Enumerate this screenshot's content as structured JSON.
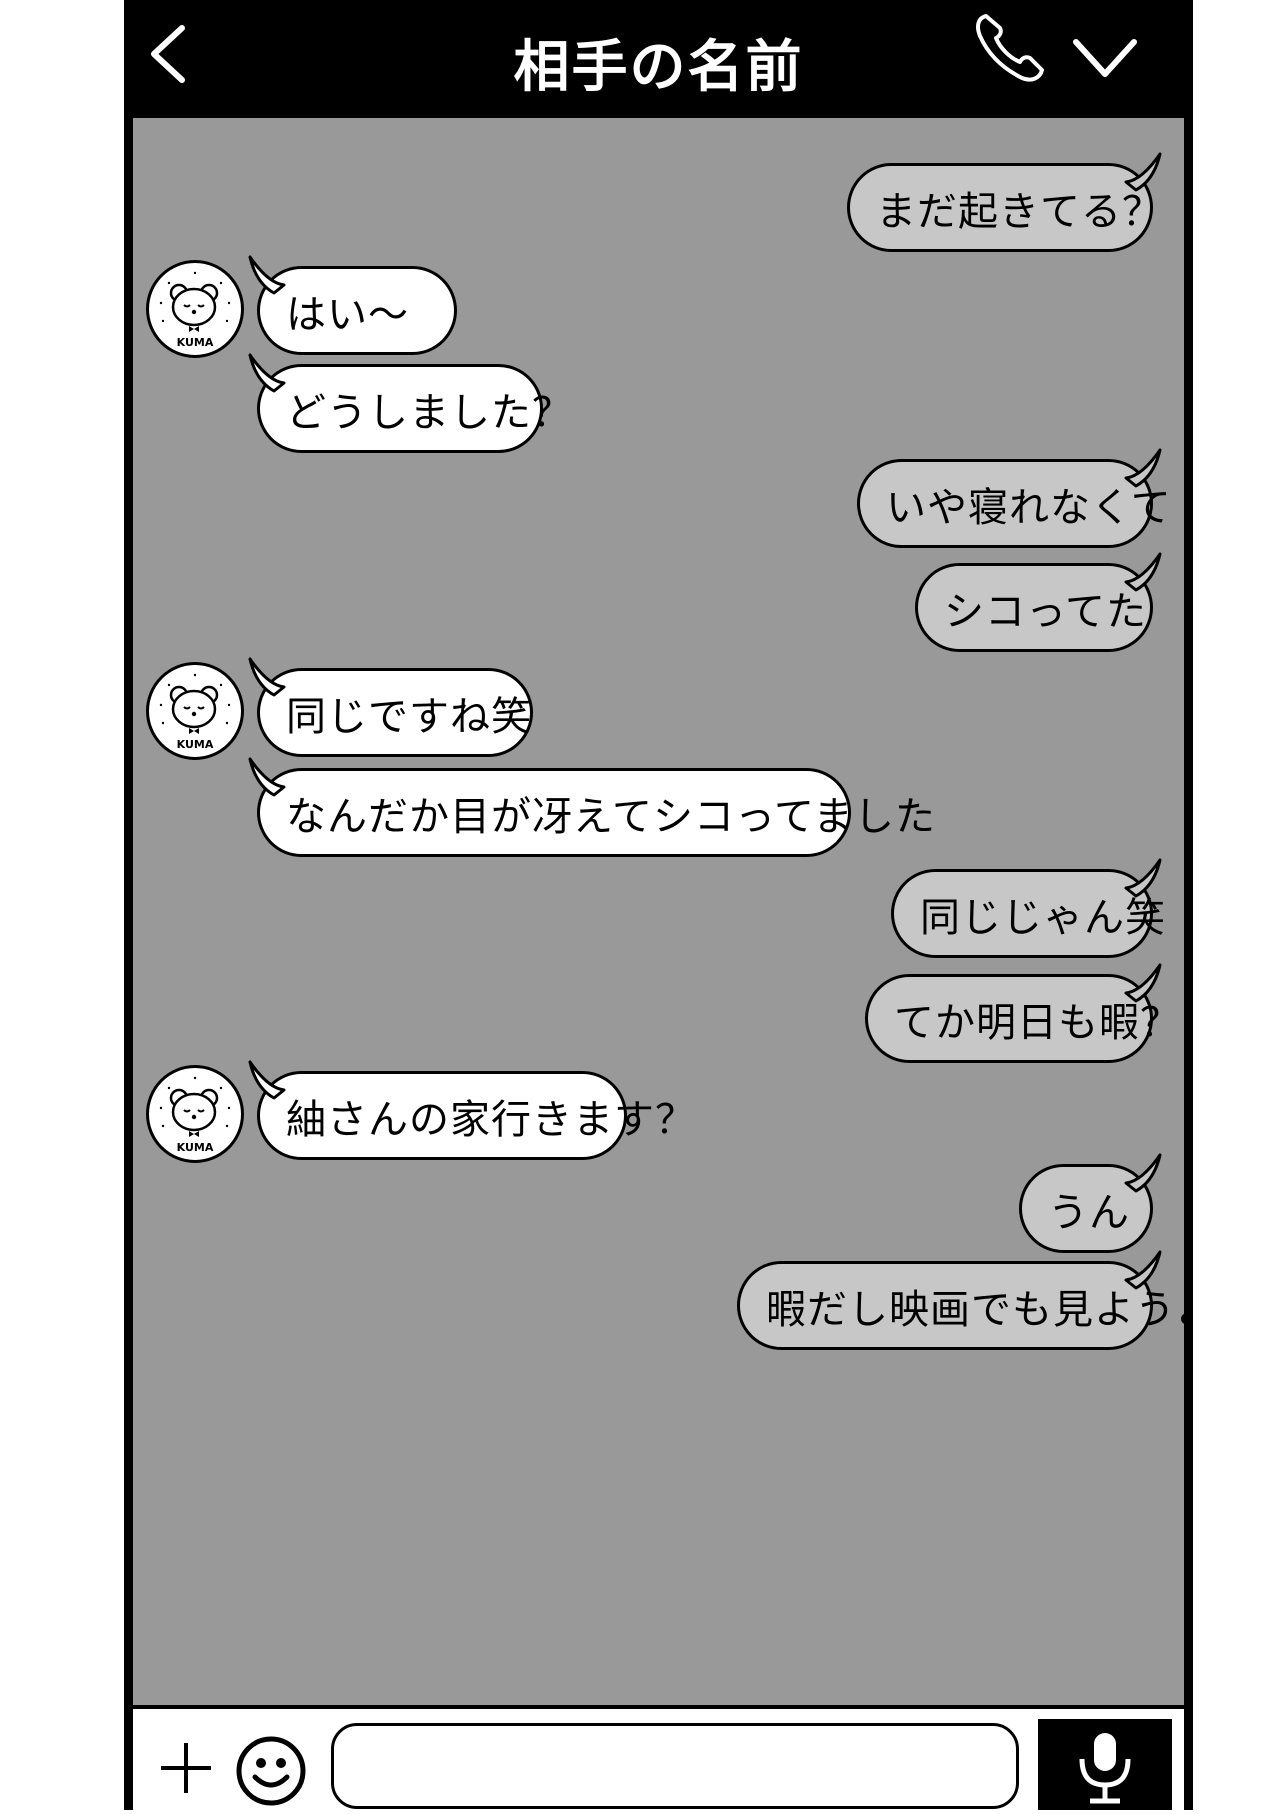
{
  "header": {
    "title": "相手の名前",
    "icons": [
      "back-icon",
      "phone-icon",
      "chevron-down-icon"
    ]
  },
  "avatar": {
    "label": "KUMA",
    "icon": "bear-icon"
  },
  "messages": [
    {
      "side": "me",
      "text": "まだ起きてる？"
    },
    {
      "side": "them",
      "text": "はい〜",
      "avatar": true
    },
    {
      "side": "them",
      "text": "どうしました？"
    },
    {
      "side": "me",
      "text": "いや寝れなくて"
    },
    {
      "side": "me",
      "text": "シコってた"
    },
    {
      "side": "them",
      "text": "同じですね笑",
      "avatar": true
    },
    {
      "side": "them",
      "text": "なんだか目が冴えてシコってました"
    },
    {
      "side": "me",
      "text": "同じじゃん笑"
    },
    {
      "side": "me",
      "text": "てか明日も暇？"
    },
    {
      "side": "them",
      "text": "紬さんの家行きます？",
      "avatar": true
    },
    {
      "side": "me",
      "text": "うん"
    },
    {
      "side": "me",
      "text": "暇だし映画でも見ようよ"
    }
  ],
  "input_bar": {
    "icons": [
      "plus-icon",
      "smile-icon",
      "mic-icon"
    ],
    "placeholder": ""
  },
  "colors": {
    "chat_background": "#999999",
    "my_bubble": "#c7c7c7",
    "their_bubble": "#ffffff",
    "frame": "#000000"
  }
}
